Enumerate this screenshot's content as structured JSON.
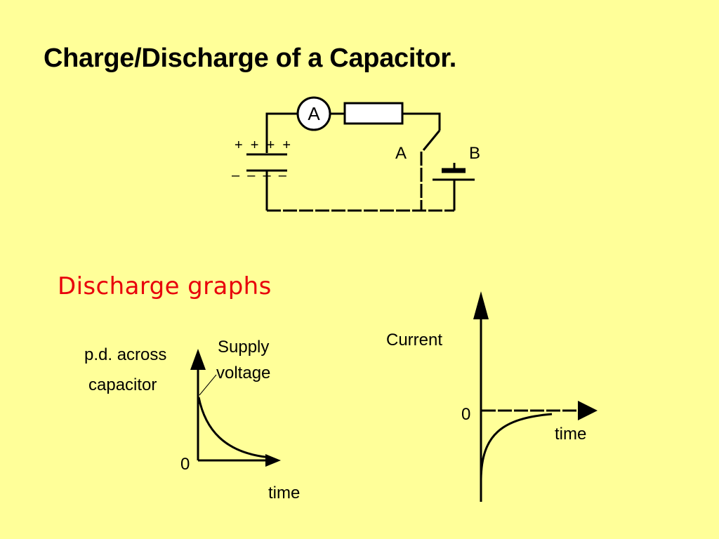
{
  "slide": {
    "title": "Charge/Discharge of a Capacitor.",
    "subtitle": "Discharge graphs",
    "accent_color": "#e8000b",
    "background_color": "#ffff99"
  },
  "circuit": {
    "ammeter_label": "A",
    "capacitor_plus_signs": "+  +  +  +",
    "capacitor_minus_signs": "–  –  –  –",
    "switch_label_a": "A",
    "switch_label_b": "B",
    "components": [
      "capacitor",
      "ammeter",
      "resistor",
      "switch",
      "battery"
    ]
  },
  "pd_graph": {
    "ylabel_line1": "p.d. across",
    "ylabel_line2": "capacitor",
    "annotation_line1": "Supply",
    "annotation_line2": "voltage",
    "origin_label": "0",
    "xlabel": "time",
    "curve": "exponential decay to zero"
  },
  "current_graph": {
    "ylabel": "Current",
    "origin_label": "0",
    "xlabel": "time",
    "curve": "negative exponential rising to zero"
  }
}
